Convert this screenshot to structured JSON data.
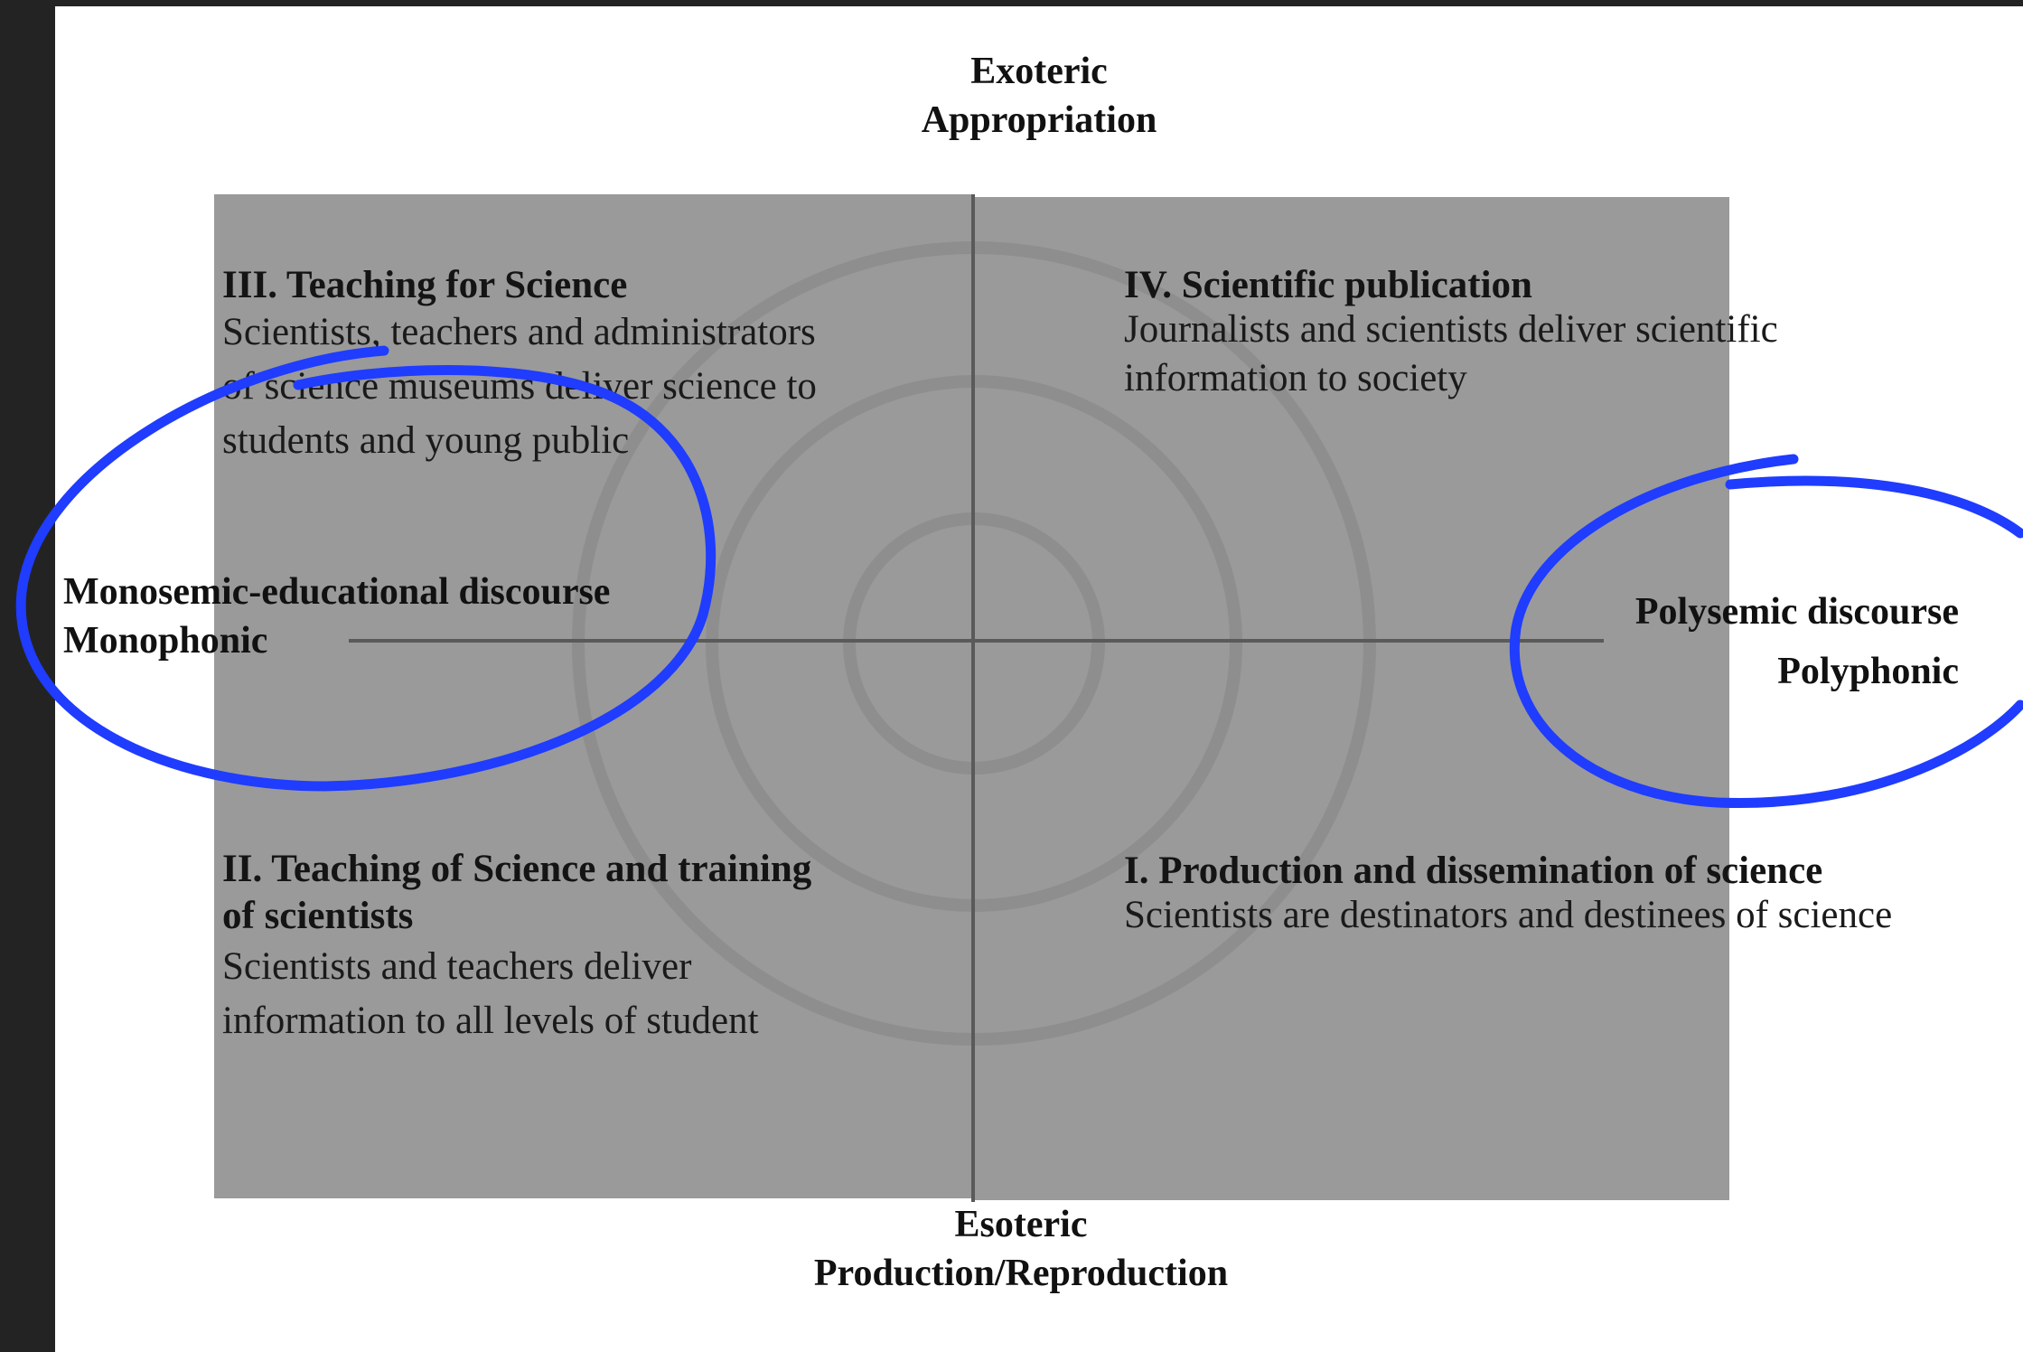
{
  "axes": {
    "top_line1": "Exoteric",
    "top_line2": "Appropriation",
    "bottom_line1": "Esoteric",
    "bottom_line2": "Production/Reproduction"
  },
  "quadrants": {
    "q3": {
      "title": "III. Teaching for Science",
      "lines": [
        "Scientists, teachers and administrators",
        "of science museums deliver science to",
        "students and young public"
      ]
    },
    "q4": {
      "title": "IV. Scientific publication",
      "lines": [
        "Journalists and scientists deliver scientific",
        "information to society"
      ]
    },
    "q2": {
      "title_line1": "II. Teaching of Science and training",
      "title_line2": "of scientists",
      "lines": [
        "Scientists and teachers deliver",
        "information to all levels of student"
      ]
    },
    "q1": {
      "title": "I. Production and dissemination of science",
      "lines": [
        "Scientists are destinators and destinees of science"
      ]
    }
  },
  "left_side": {
    "line1": "Monosemic-educational discourse",
    "line2": "Monophonic"
  },
  "right_side": {
    "line1": "Polysemic discourse",
    "line2": "Polyphonic"
  },
  "colors": {
    "panel": "#9a9a9a",
    "annotation": "#1f3cff",
    "frame": "#232323"
  }
}
